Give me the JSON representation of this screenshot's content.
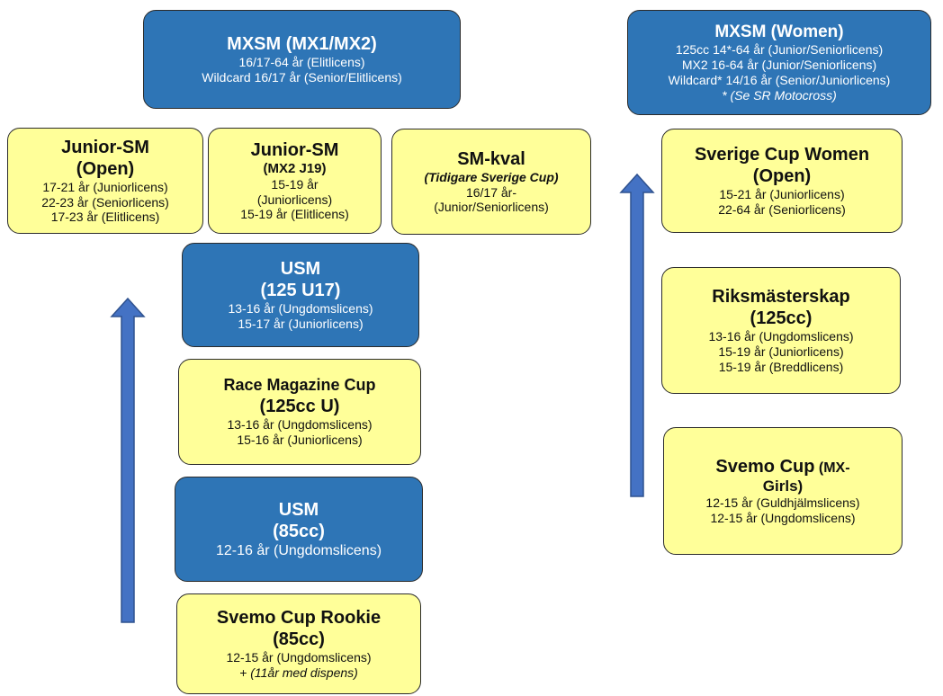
{
  "mxsm": {
    "title": "MXSM (MX1/MX2)",
    "lines": [
      "16/17-64 år (Elitlicens)",
      "Wildcard 16/17 år (Senior/Elitlicens)"
    ]
  },
  "junior_open": {
    "title1": "Junior-SM",
    "title2": "(Open)",
    "lines": [
      "17-21 år (Juniorlicens)",
      "22-23 år (Seniorlicens)",
      "17-23 år (Elitlicens)"
    ]
  },
  "junior_mx2": {
    "title1": "Junior-SM",
    "title2": "(MX2 J19)",
    "lines": [
      "15-19 år",
      "(Juniorlicens)",
      "15-19 år (Elitlicens)"
    ]
  },
  "smkval": {
    "title": "SM-kval",
    "subtitle": "(Tidigare Sverige Cup)",
    "lines": [
      "16/17 år-",
      "(Junior/Seniorlicens)"
    ]
  },
  "usm125": {
    "title1": "USM",
    "title2": "(125 U17)",
    "lines": [
      "13-16 år (Ungdomslicens)",
      "15-17 år (Juniorlicens)"
    ]
  },
  "racemag": {
    "title1": "Race Magazine Cup",
    "title2": "(125cc U)",
    "lines": [
      "13-16 år (Ungdomslicens)",
      "15-16 år (Juniorlicens)"
    ]
  },
  "usm85": {
    "title1": "USM",
    "title2": "(85cc)",
    "line": "12-16 år (Ungdomslicens)"
  },
  "rookie": {
    "title1": "Svemo Cup Rookie",
    "title2": "(85cc)",
    "line": "12-15 år (Ungdomslicens)",
    "note": "+ (11år med dispens)"
  },
  "women": {
    "title": "MXSM (Women)",
    "lines": [
      "125cc 14*-64 år (Junior/Seniorlicens)",
      "MX2 16-64 år (Junior/Seniorlicens)",
      "Wildcard* 14/16 år (Senior/Juniorlicens)"
    ],
    "note": "* (Se SR Motocross)"
  },
  "sverige_women": {
    "title1": "Sverige Cup Women",
    "title2": "(Open)",
    "lines": [
      "15-21 år (Juniorlicens)",
      "22-64 år (Seniorlicens)"
    ]
  },
  "riks": {
    "title1": "Riksmästerskap",
    "title2": "(125cc)",
    "lines": [
      "13-16 år (Ungdomslicens)",
      "15-19 år (Juniorlicens)",
      "15-19 år (Breddlicens)"
    ]
  },
  "svemo_girls": {
    "title1a": "Svemo Cup",
    "title1b": " (MX-",
    "title2": "Girls)",
    "lines": [
      "12-15 år (Guldhjälmslicens)",
      "12-15 år (Ungdomslicens)"
    ]
  },
  "colors": {
    "blue": "#2e75b6",
    "yellow": "#ffff99",
    "arrow": "#4472c4"
  }
}
